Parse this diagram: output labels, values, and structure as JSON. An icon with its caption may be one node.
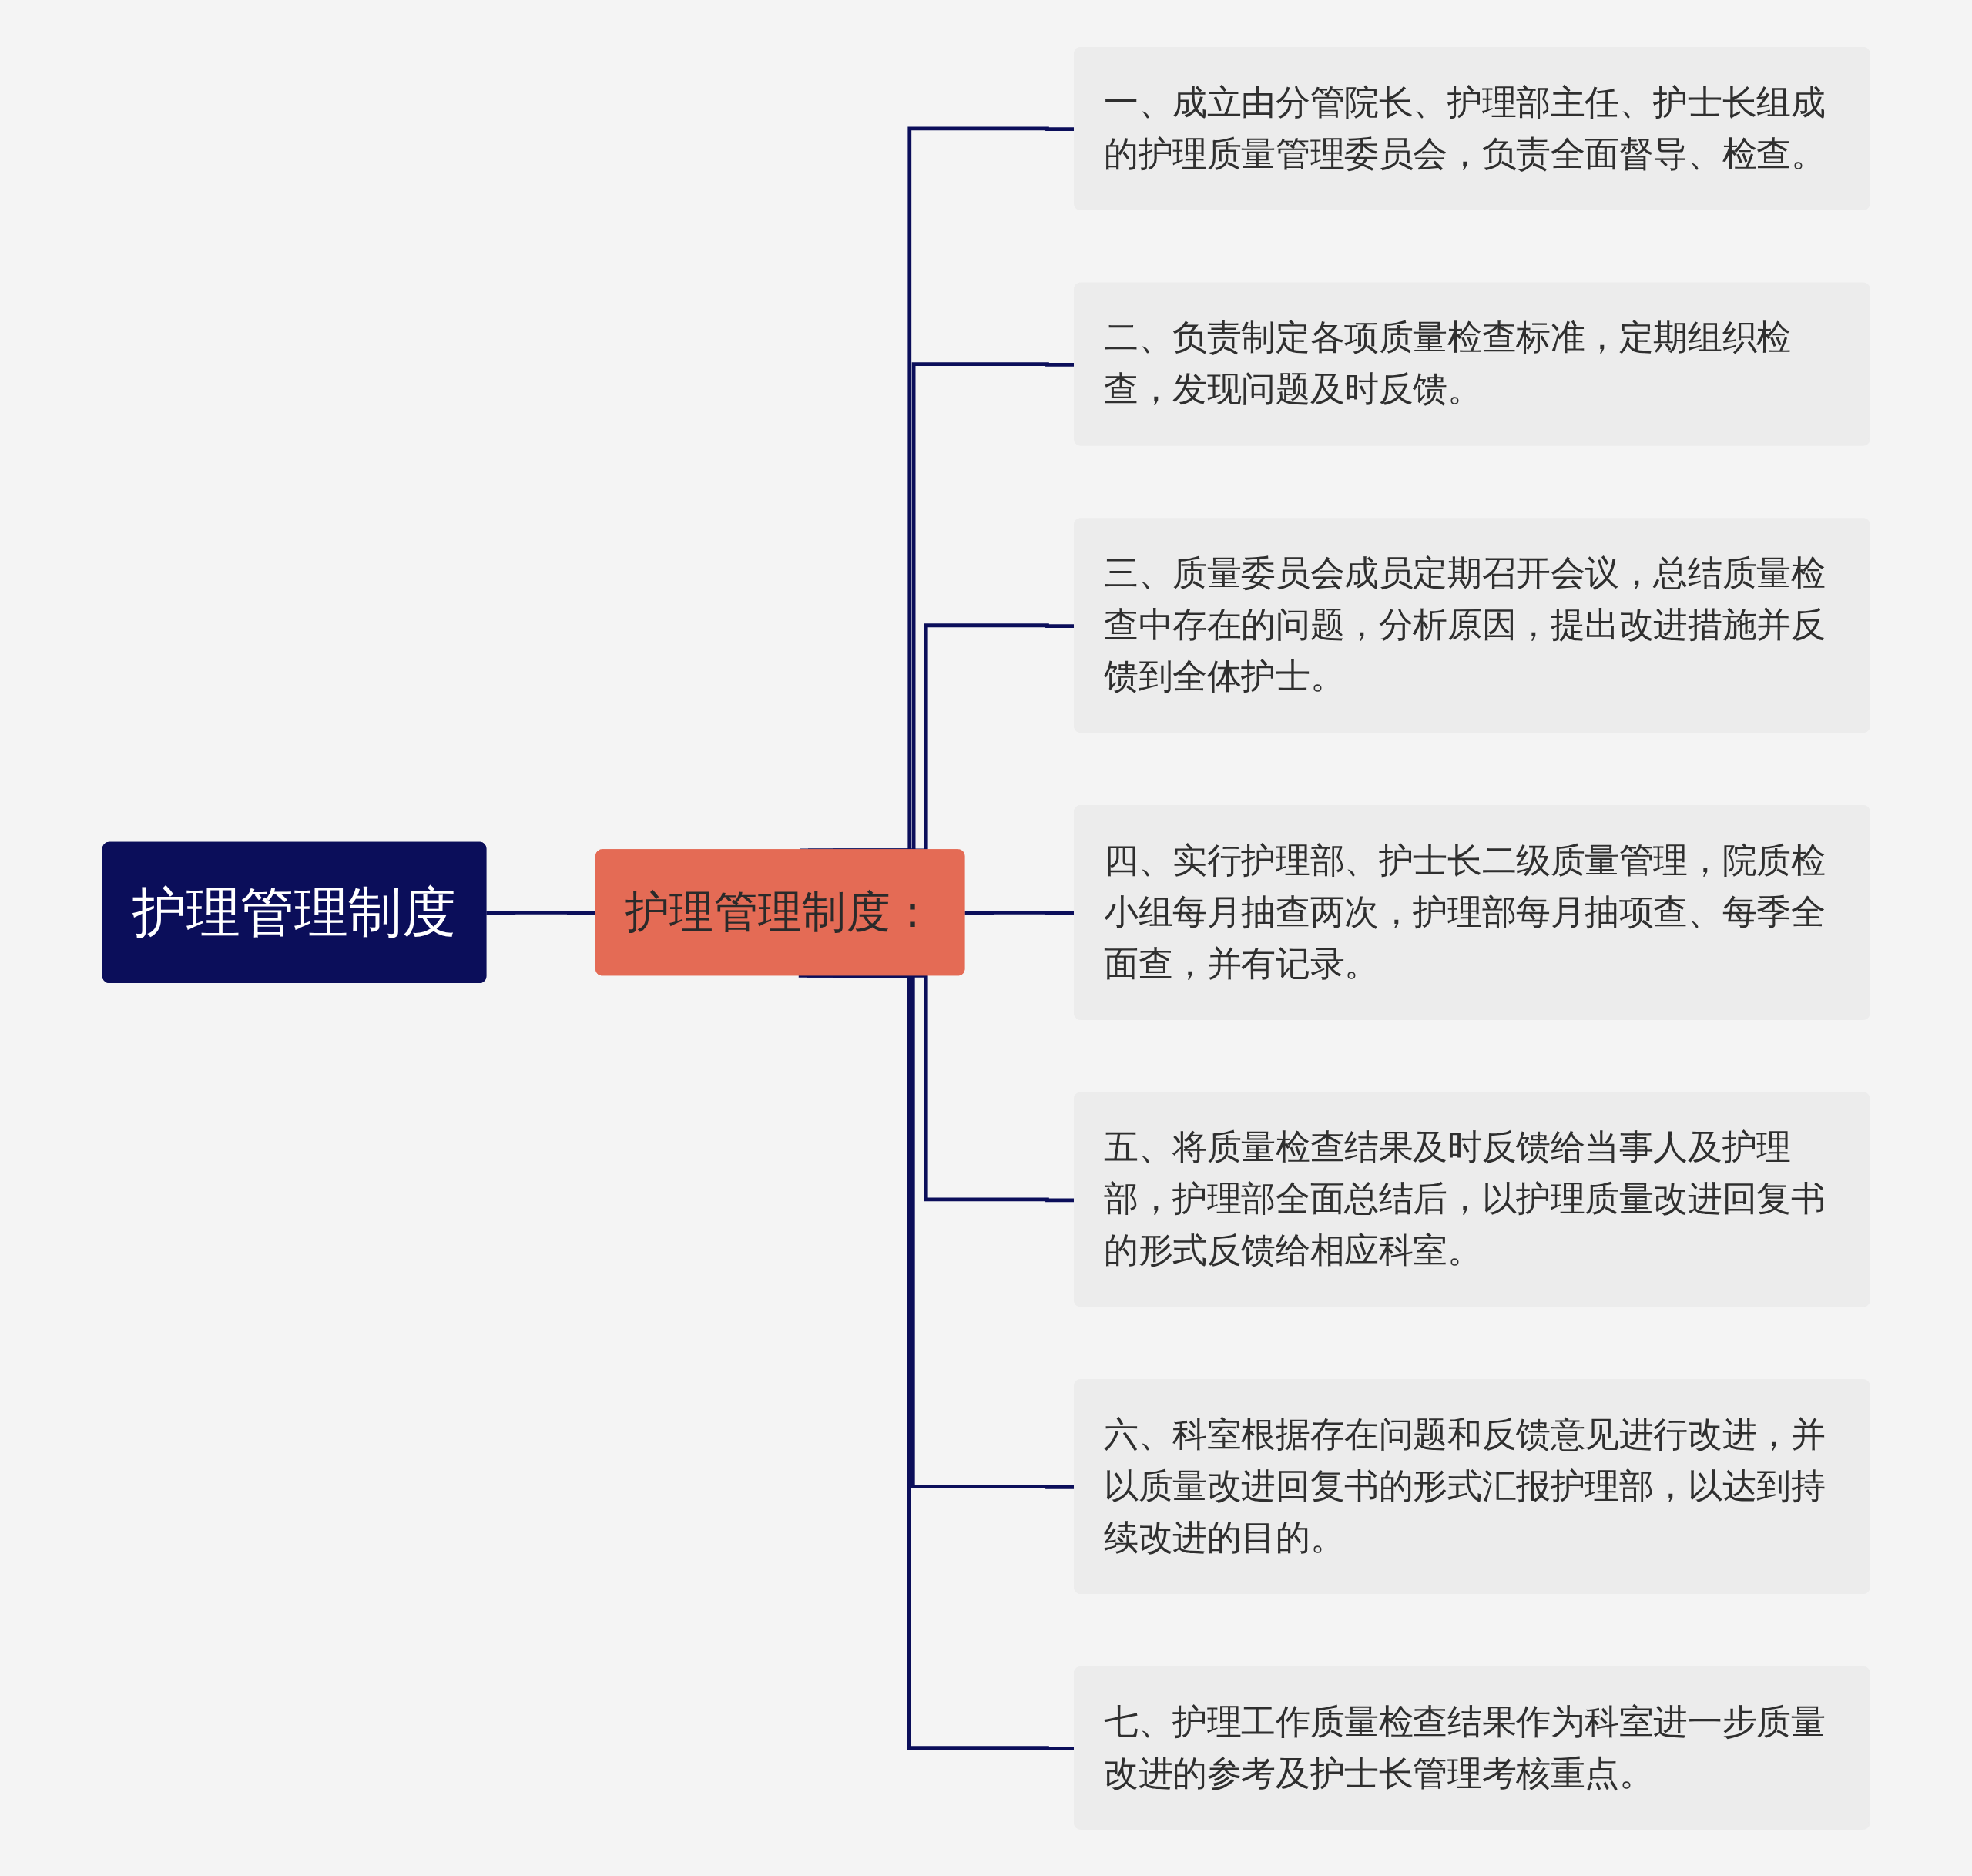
{
  "diagram": {
    "nodes": [
      {
        "text": [
          "护理管理制度"
        ]
      },
      {
        "text": [
          "护理管理制度："
        ]
      },
      {
        "text": [
          "一、成立由分管院长、护理部主任、护士长组成的护理质量管理委员会，负责全面督导、检查。"
        ]
      },
      {
        "text": [
          "二、负责制定各项质量检查标准，定期组织检查，发现问题及时反馈。"
        ]
      },
      {
        "text": [
          "三、质量委员会成员定期召开会议，总结质量检查中存在的问题，分析原因，提出改进措施并反馈到全体护士。"
        ]
      },
      {
        "text": [
          "四、实行护理部、护士长二级质量管理，院质检小组每月抽查两次，护理部每月抽项查、每季全面查，并有记录。"
        ]
      },
      {
        "text": [
          "五、将质量检查结果及时反馈给当事人及护理部，护理部全面总结后，以护理质量改进回复书的形式反馈给相应科室。"
        ]
      },
      {
        "text": [
          "六、科室根据存在问题和反馈意见进行改进，并以质量改进回复书的形式汇报护理部，以达到持续改进的目的。"
        ]
      },
      {
        "text": [
          "七、护理工作质量检查结果作为科室进一步质量改进的参考及护士长管理考核重点。"
        ]
      }
    ],
    "edges": [
      {
        "from": 0,
        "to": 1,
        "arrow": "none"
      },
      {
        "from": 1,
        "to": 2,
        "arrow": "none"
      },
      {
        "from": 1,
        "to": 3,
        "arrow": "none"
      },
      {
        "from": 1,
        "to": 4,
        "arrow": "none"
      },
      {
        "from": 1,
        "to": 5,
        "arrow": "none"
      },
      {
        "from": 1,
        "to": 6,
        "arrow": "none"
      },
      {
        "from": 1,
        "to": 7,
        "arrow": "none"
      },
      {
        "from": 1,
        "to": 8,
        "arrow": "none"
      }
    ]
  }
}
